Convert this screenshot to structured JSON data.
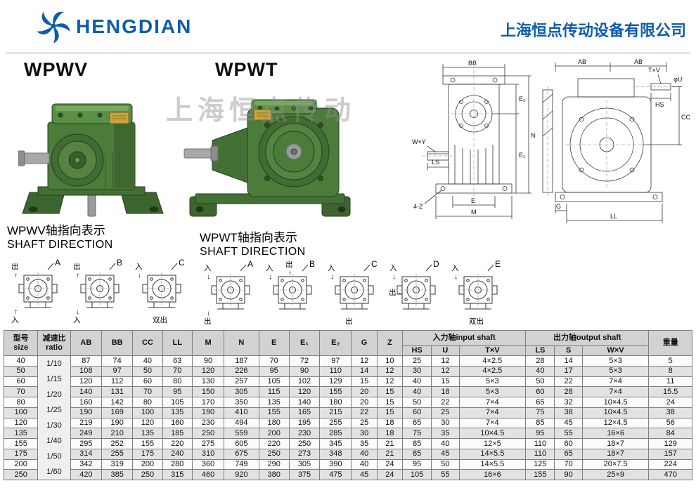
{
  "header": {
    "brand": "HENGDIAN",
    "company": "上海恒点传动设备有限公司"
  },
  "products": {
    "left_title": "WPWV",
    "right_title": "WPWT",
    "watermark": "上海恒点传动"
  },
  "drawing": {
    "left": {
      "bb": "BB",
      "wy": "W×Y",
      "ls": "LS",
      "z4": "4-Z",
      "e": "E",
      "m": "M",
      "e1": "E₁",
      "e2": "E₂",
      "n": "N"
    },
    "right": {
      "ab1": "AB",
      "ab2": "AB",
      "tv": "T×V",
      "u": "φU",
      "hs": "HS",
      "cc": "CC",
      "g": "G",
      "ll": "LL"
    }
  },
  "shaft_sections": [
    {
      "model": "WPWV",
      "title_cn": "WPWV轴指向表示",
      "title_en": "SHAFT DIRECTION",
      "diagrams": [
        {
          "label": "A",
          "markers": [
            {
              "text": "出",
              "pos": "tl",
              "dir": "up"
            },
            {
              "text": "入",
              "pos": "bl",
              "dir": "up"
            }
          ]
        },
        {
          "label": "B",
          "markers": [
            {
              "text": "出",
              "pos": "tl",
              "dir": "up"
            },
            {
              "text": "入",
              "pos": "bl",
              "dir": "down"
            }
          ]
        },
        {
          "label": "C",
          "markers": [
            {
              "text": "入",
              "pos": "tl",
              "dir": "down"
            },
            {
              "text": "双出",
              "pos": "b",
              "dir": "none"
            }
          ]
        }
      ]
    },
    {
      "model": "WPWT",
      "title_cn": "WPWT轴指向表示",
      "title_en": "SHAFT DIRECTION",
      "diagrams": [
        {
          "label": "A",
          "markers": [
            {
              "text": "入",
              "pos": "tl",
              "dir": "down"
            },
            {
              "text": "出",
              "pos": "bl",
              "dir": "down"
            }
          ]
        },
        {
          "label": "B",
          "markers": [
            {
              "text": "入",
              "pos": "tl",
              "dir": "down"
            },
            {
              "text": "出",
              "pos": "t",
              "dir": "up"
            }
          ]
        },
        {
          "label": "C",
          "markers": [
            {
              "text": "入",
              "pos": "tl",
              "dir": "down"
            },
            {
              "text": "出",
              "pos": "b",
              "dir": "down"
            }
          ]
        },
        {
          "label": "D",
          "markers": [
            {
              "text": "入",
              "pos": "tl",
              "dir": "down"
            },
            {
              "text": "出",
              "pos": "l",
              "dir": "left"
            }
          ]
        },
        {
          "label": "E",
          "markers": [
            {
              "text": "入",
              "pos": "tl",
              "dir": "down"
            },
            {
              "text": "双出",
              "pos": "b",
              "dir": "none"
            }
          ]
        }
      ]
    }
  ],
  "table": {
    "headers": {
      "size": "型号\nsize",
      "ratio": "减速比\nratio",
      "dims": [
        "AB",
        "BB",
        "CC",
        "LL",
        "M",
        "N",
        "E",
        "E₁",
        "E₂",
        "G",
        "Z"
      ],
      "input_group": "入力轴input shaft",
      "input_sub": [
        "HS",
        "U",
        "T×V"
      ],
      "output_group": "出力轴output shaft",
      "output_sub": [
        "LS",
        "S",
        "W×V"
      ],
      "weight": "重量"
    },
    "ratio_values": [
      "1/10",
      "1/15",
      "1/20",
      "1/25",
      "1/30",
      "1/40",
      "1/50",
      "1/60"
    ],
    "rows": [
      [
        "40",
        "87",
        "74",
        "40",
        "63",
        "90",
        "187",
        "70",
        "72",
        "97",
        "12",
        "10",
        "25",
        "12",
        "4×2.5",
        "28",
        "14",
        "5×3",
        "5"
      ],
      [
        "50",
        "108",
        "97",
        "50",
        "70",
        "120",
        "226",
        "95",
        "90",
        "110",
        "14",
        "12",
        "30",
        "12",
        "4×2.5",
        "40",
        "17",
        "5×3",
        "8"
      ],
      [
        "60",
        "120",
        "112",
        "60",
        "80",
        "130",
        "257",
        "105",
        "102",
        "129",
        "15",
        "12",
        "40",
        "15",
        "5×3",
        "50",
        "22",
        "7×4",
        "11"
      ],
      [
        "70",
        "140",
        "131",
        "70",
        "95",
        "150",
        "305",
        "115",
        "120",
        "155",
        "20",
        "15",
        "40",
        "18",
        "5×3",
        "60",
        "28",
        "7×4",
        "15.5"
      ],
      [
        "80",
        "160",
        "142",
        "80",
        "105",
        "170",
        "350",
        "135",
        "140",
        "180",
        "20",
        "15",
        "50",
        "22",
        "7×4",
        "65",
        "32",
        "10×4.5",
        "24"
      ],
      [
        "100",
        "190",
        "169",
        "100",
        "135",
        "190",
        "410",
        "155",
        "165",
        "215",
        "22",
        "15",
        "60",
        "25",
        "7×4",
        "75",
        "38",
        "10×4.5",
        "38"
      ],
      [
        "120",
        "219",
        "190",
        "120",
        "160",
        "230",
        "494",
        "180",
        "195",
        "255",
        "25",
        "18",
        "65",
        "30",
        "7×4",
        "85",
        "45",
        "12×4.5",
        "56"
      ],
      [
        "135",
        "249",
        "210",
        "135",
        "185",
        "250",
        "559",
        "200",
        "230",
        "285",
        "30",
        "18",
        "75",
        "35",
        "10×4.5",
        "95",
        "55",
        "16×6",
        "84"
      ],
      [
        "155",
        "295",
        "252",
        "155",
        "220",
        "275",
        "605",
        "220",
        "250",
        "345",
        "35",
        "21",
        "85",
        "40",
        "12×5",
        "110",
        "60",
        "18×7",
        "129"
      ],
      [
        "175",
        "314",
        "255",
        "175",
        "240",
        "310",
        "675",
        "250",
        "273",
        "348",
        "40",
        "21",
        "85",
        "45",
        "14×5.5",
        "110",
        "65",
        "18×7",
        "157"
      ],
      [
        "200",
        "342",
        "319",
        "200",
        "280",
        "360",
        "749",
        "290",
        "305",
        "390",
        "40",
        "24",
        "95",
        "50",
        "14×5.5",
        "125",
        "70",
        "20×7.5",
        "224"
      ],
      [
        "250",
        "420",
        "385",
        "250",
        "315",
        "460",
        "920",
        "380",
        "375",
        "475",
        "45",
        "24",
        "105",
        "55",
        "16×6",
        "155",
        "90",
        "25×9",
        "470"
      ]
    ]
  }
}
